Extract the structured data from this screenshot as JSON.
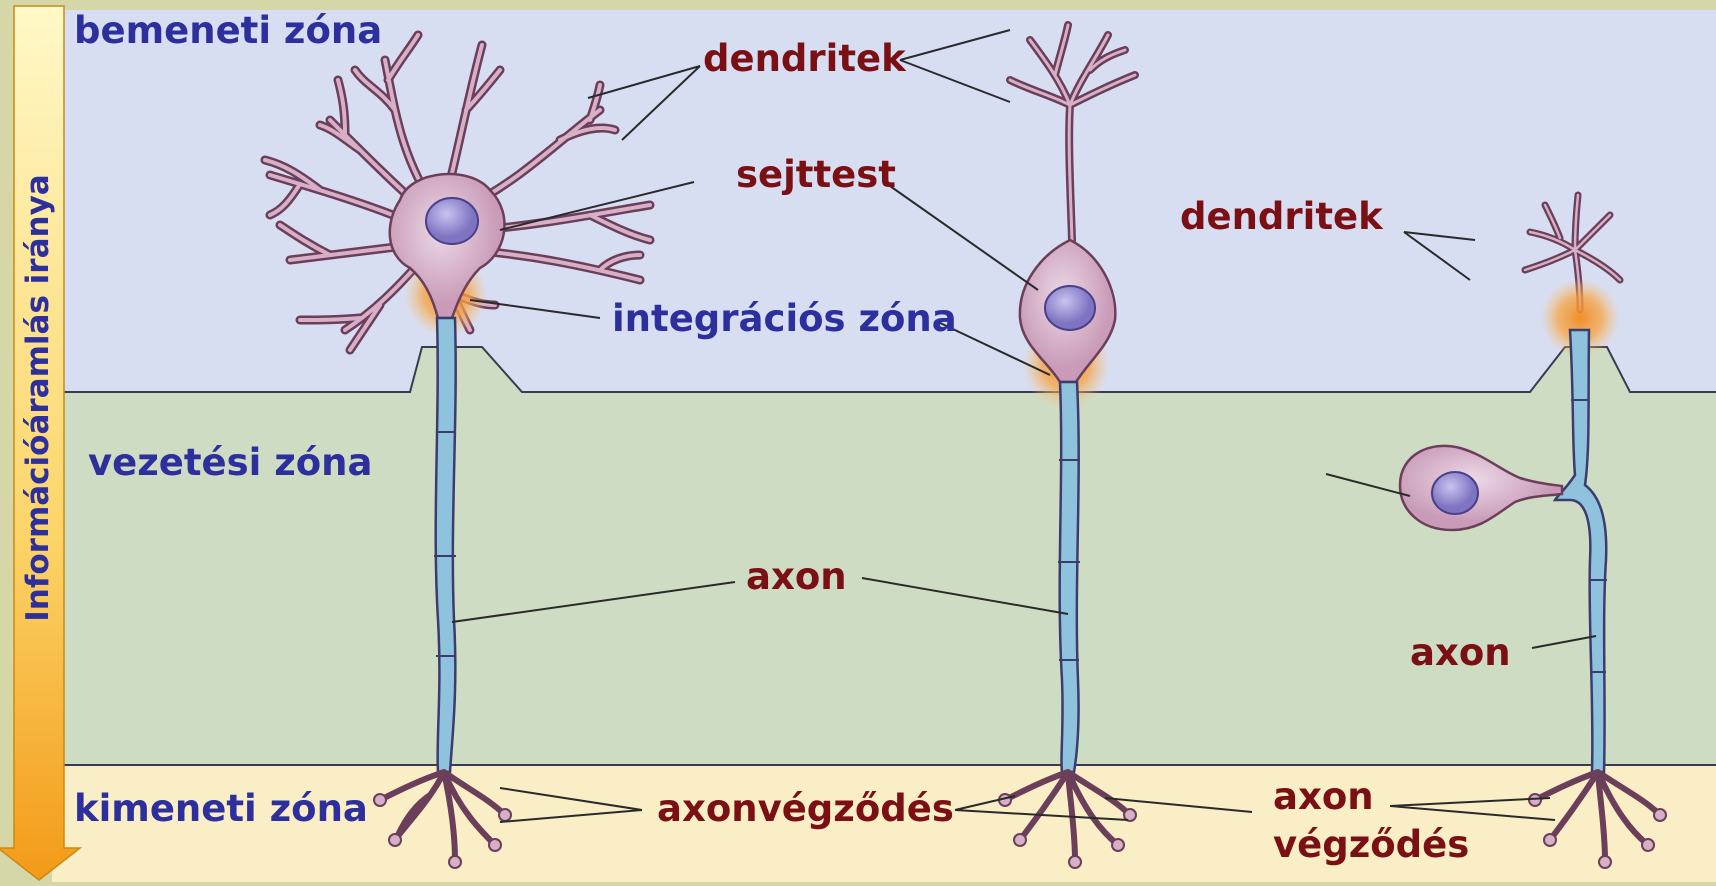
{
  "axis_label": "Információáramlás iránya",
  "zones": {
    "input": "bemeneti zóna",
    "conduction": "vezetési zóna",
    "output": "kimeneti zóna"
  },
  "labels": {
    "dendrites_1": "dendritek",
    "dendrites_2": "dendritek",
    "cell_body": "sejttest",
    "integration_zone": "integrációs zóna",
    "axon_1": "axon",
    "axon_2": "axon",
    "axon_terminal_1": "axonvégződés",
    "axon_terminal_2_line1": "axon",
    "axon_terminal_2_line2": "végződés"
  },
  "colors": {
    "frame": "#d6d7a8",
    "input_zone": "#d8def2",
    "conduction_zone": "#cfdcc4",
    "output_zone": "#faeec7",
    "arrow_top": "#fff6c0",
    "arrow_bottom": "#f5a21c",
    "zone_text": "#2d2f9c",
    "term_text": "#7a0f14",
    "neuron_body": "#d7b0c8",
    "neuron_outline": "#6b3e5a",
    "nucleus": "#9a8fd0",
    "axon_fill": "#8fc2dc",
    "axon_outline": "#3c3c6e",
    "trigger_glow": "#f59a36"
  }
}
